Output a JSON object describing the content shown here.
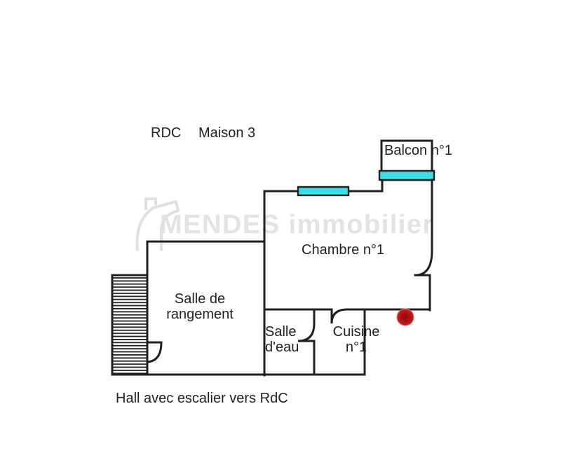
{
  "page": {
    "background": "#ffffff"
  },
  "header": {
    "floor_label": "RDC",
    "plan_label": "Maison 3"
  },
  "watermark": {
    "text": "MENDES immobilier"
  },
  "rooms": {
    "balcon": {
      "label": "Balcon n°1"
    },
    "chambre": {
      "label": "Chambre n°1"
    },
    "rangement": {
      "line1": "Salle de",
      "line2": "rangement"
    },
    "salle_eau": {
      "line1": "Salle",
      "line2": "d'eau"
    },
    "cuisine": {
      "line1": "Cuisine",
      "line2": "n°1"
    }
  },
  "caption": {
    "text": "Hall avec escalier vers RdC"
  },
  "colors": {
    "wall": "#1f1f1f",
    "window_glass": "#38dfe4",
    "marker_red": "#c81515",
    "marker_red_dark": "#8e0b0b",
    "watermark_gray": "#e3e3e3"
  },
  "marker": {
    "name": "red-dot"
  },
  "features": {
    "stairs_hatch": "horizontal-lines"
  }
}
